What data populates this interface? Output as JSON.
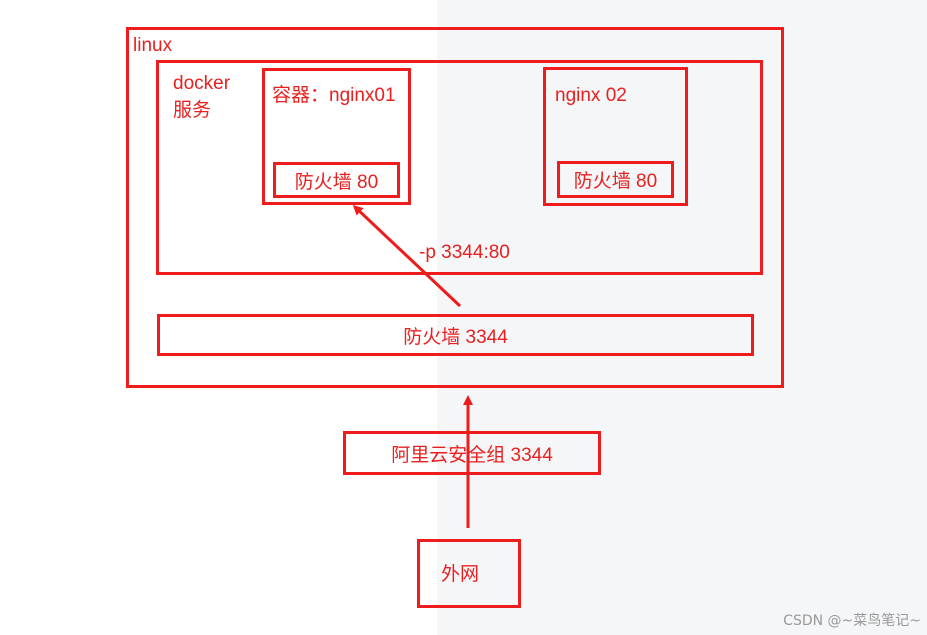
{
  "colors": {
    "accent": "#ee1c1c",
    "text": "#e82020",
    "right_panel": "#f5f6f8"
  },
  "linux": {
    "label": "linux"
  },
  "docker": {
    "label_line1": "docker",
    "label_line2": "服务"
  },
  "container1": {
    "label": "容器：nginx01",
    "firewall": "防火墙 80"
  },
  "container2": {
    "label": "nginx 02",
    "firewall": "防火墙 80"
  },
  "port_mapping": "-p 3344:80",
  "linux_firewall": "防火墙 3344",
  "aliyun": "阿里云安全组 3344",
  "external": "外网",
  "watermark": "CSDN @~菜鸟笔记~"
}
